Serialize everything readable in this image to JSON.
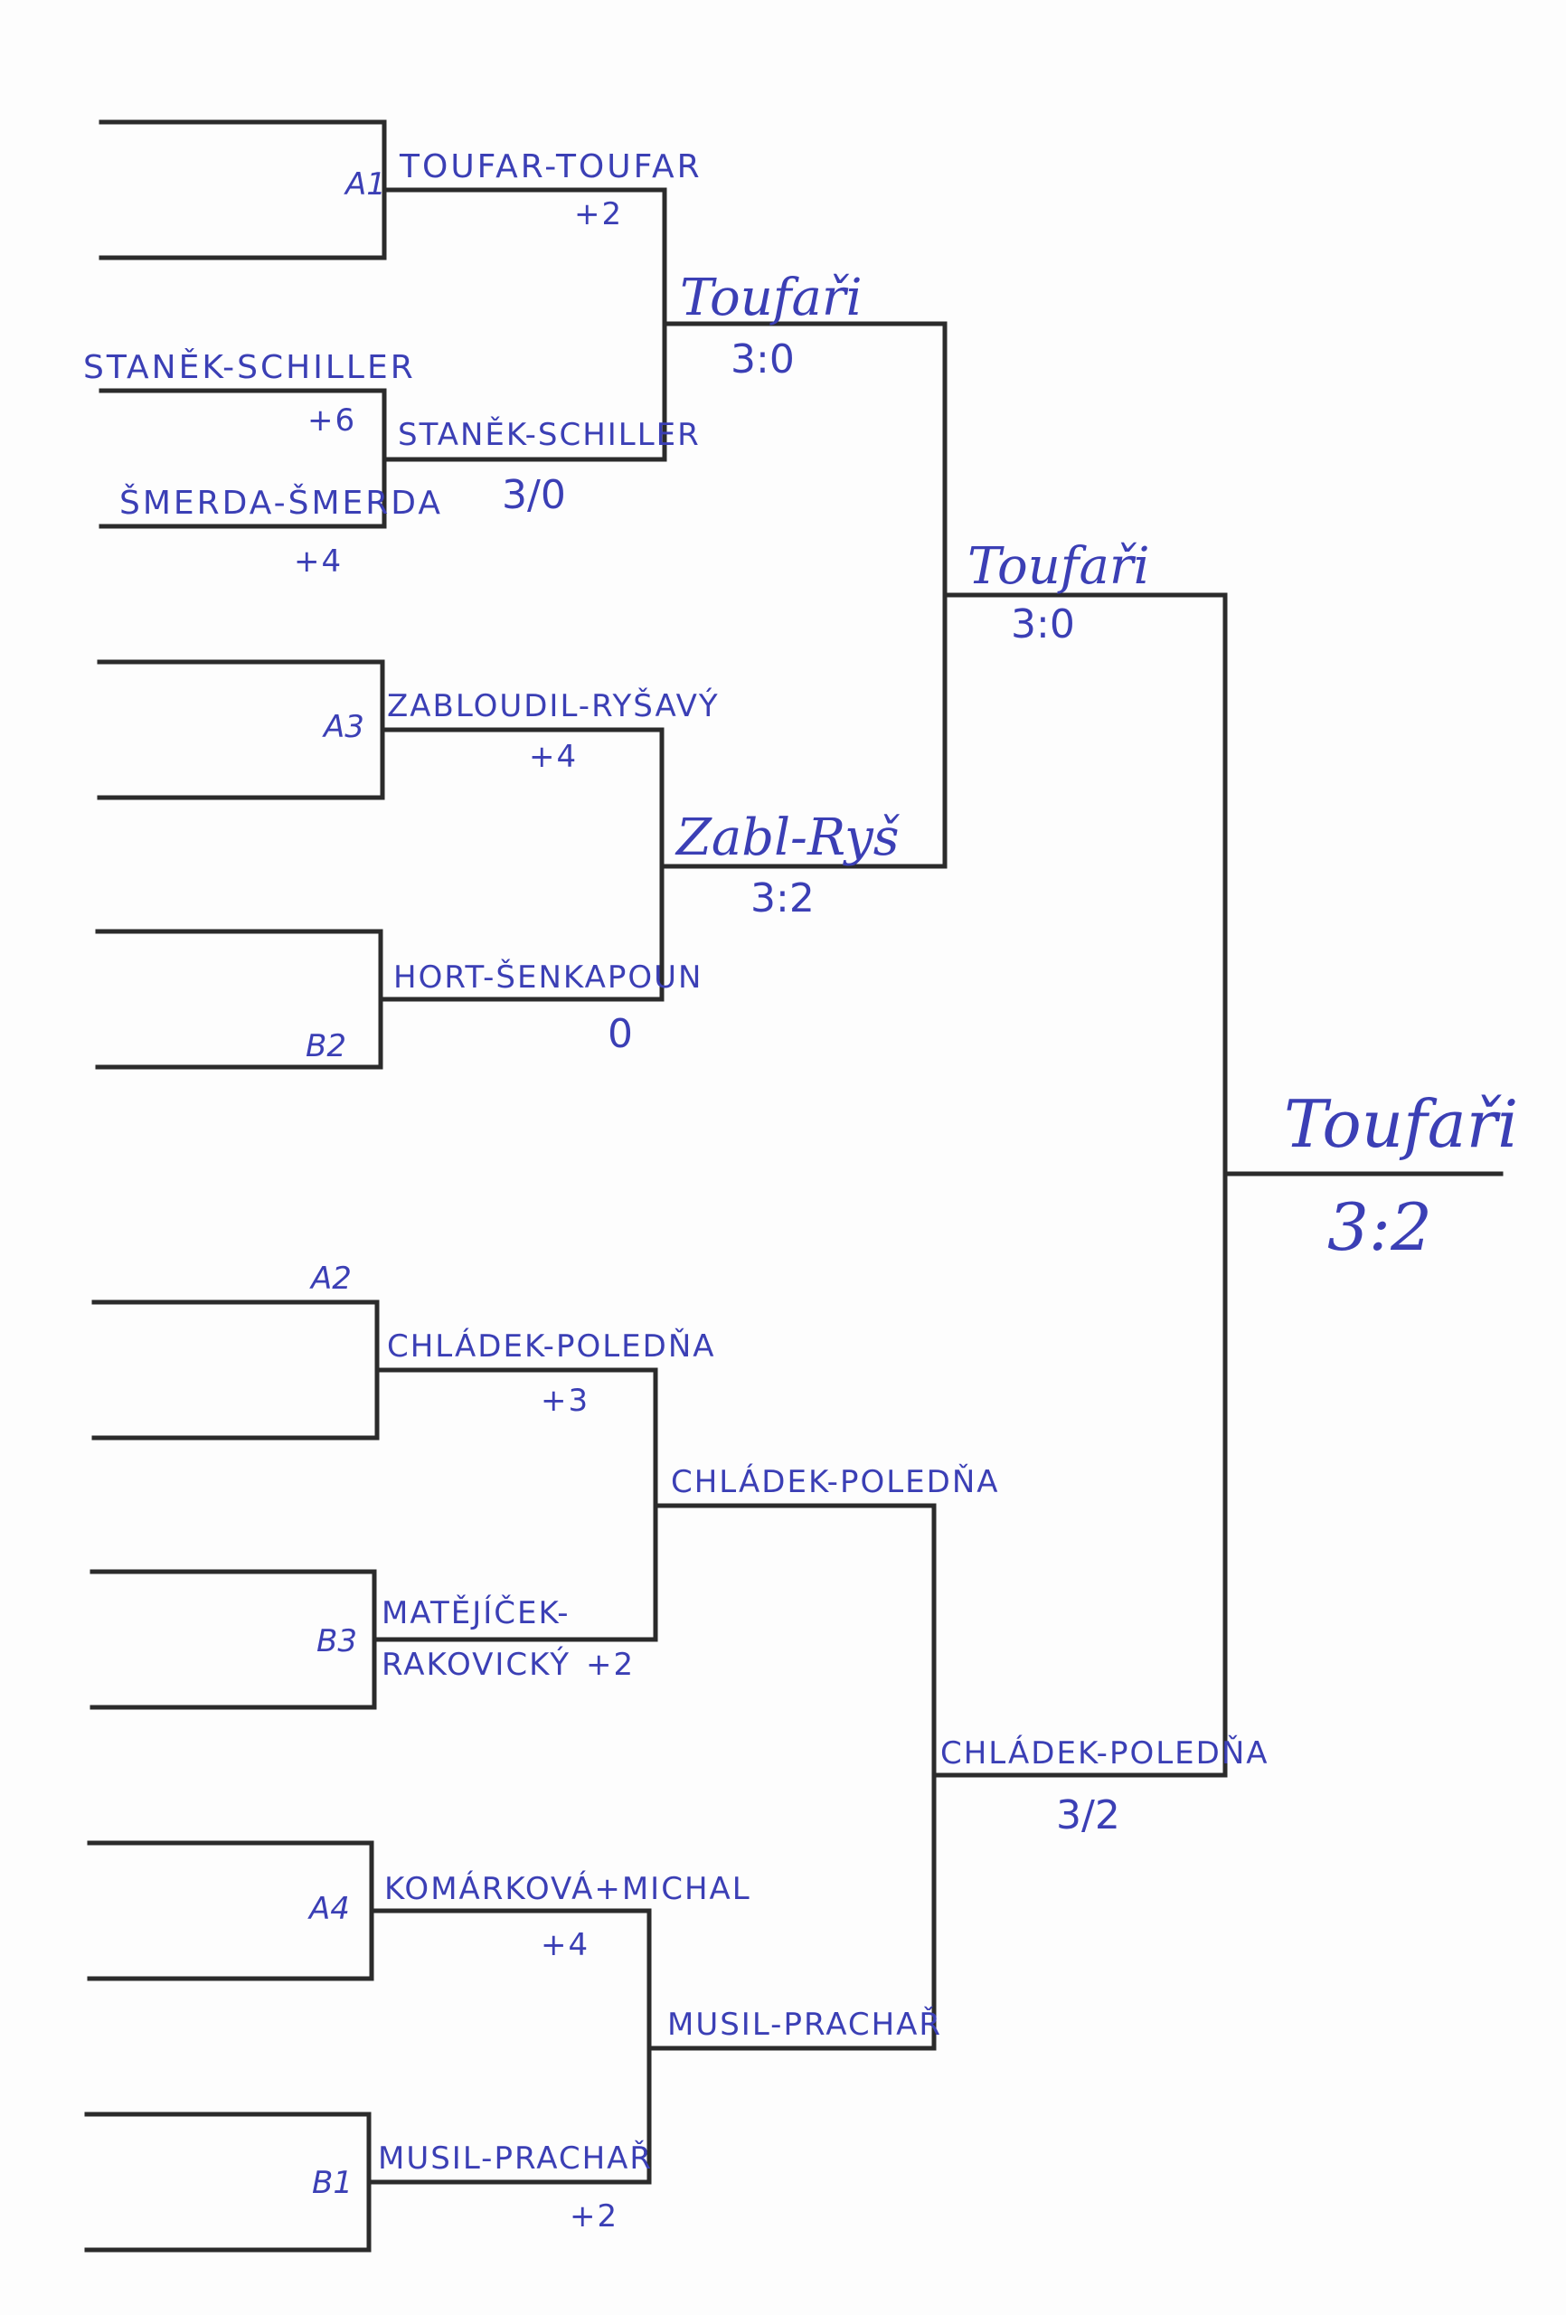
{
  "colors": {
    "ink": "#3b3fb5",
    "lines": "#2b2b2b",
    "paper": "#fdfdfd"
  },
  "seeds": {
    "a1": "A1",
    "a3": "A3",
    "b2": "B2",
    "a2": "A2",
    "b3": "B3",
    "a4": "A4",
    "b1": "B1"
  },
  "round1": {
    "m1": {
      "team1": "STANĚK-SCHILLER",
      "team1_score": "+6",
      "team2": "ŠMERDA-ŠMERDA",
      "team2_score": "+4"
    }
  },
  "round2": {
    "m1": {
      "team1": "TOUFAR-TOUFAR",
      "team1_score": "+2",
      "team2": "STANĚK-SCHILLER",
      "team2_score": "3/0"
    },
    "m2": {
      "team1": "ZABLOUDIL-RYŠAVÝ",
      "team1_score": "+4",
      "team2": "HORT-ŠENKAPOUN",
      "team2_score": "0"
    },
    "m3": {
      "team1": "CHLÁDEK-POLEDŇA",
      "team1_score": "+3",
      "team2_line1": "MATĚJÍČEK-",
      "team2_line2": "RAKOVICKÝ",
      "team2_score": "+2"
    },
    "m4": {
      "team1": "KOMÁRKOVÁ+MICHAL",
      "team1_score": "+4",
      "team2": "MUSIL-PRACHAŘ",
      "team2_score": "+2"
    }
  },
  "quarterfinals": {
    "q1": {
      "winner": "Toufaři",
      "score": "3:0"
    },
    "q2": {
      "winner": "Zabl-Ryš",
      "score": "3:2"
    },
    "q3": {
      "winner": "CHLÁDEK-POLEDŇA"
    },
    "q4": {
      "winner": "MUSIL-PRACHAŘ"
    }
  },
  "semifinals": {
    "s1": {
      "winner": "Toufaři",
      "score": "3:0"
    },
    "s2": {
      "winner": "CHLÁDEK-POLEDŇA",
      "score": "3/2"
    }
  },
  "final": {
    "winner": "Toufaři",
    "score": "3:2"
  }
}
